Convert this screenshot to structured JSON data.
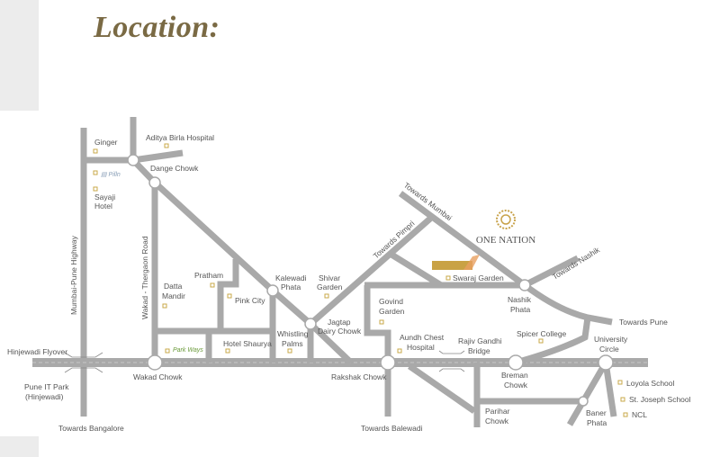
{
  "title": "Location:",
  "brand": {
    "name": "ONE NATION",
    "tagline": "",
    "color": "#c8a24a"
  },
  "colors": {
    "road": "#a9a9a9",
    "title": "#7a6a44",
    "poi": "#c8a94a",
    "site": "#c9a245"
  },
  "roads": {
    "mumbai_pune_highway": "Mumbai-Pune Highway",
    "wakad_thergaon": "Wakad - Thergaon Road",
    "hinjewadi_flyover": "Hinjewadi Flyover"
  },
  "directions": {
    "bangalore": "Towards Bangalore",
    "balewadi": "Towards Balewadi",
    "mumbai": "Towards Mumbai",
    "pimpri": "Towards Pimpri",
    "nashik": "Towards Nashik",
    "pune": "Towards Pune"
  },
  "junctions": {
    "dange": "Dange Chowk",
    "wakad": "Wakad Chowk",
    "kalewadi_1": "Kalewadi",
    "kalewadi_2": "Phata",
    "jagtap_1": "Jagtap",
    "jagtap_2": "Dairy Chowk",
    "rakshak": "Rakshak Chowk",
    "nashik_1": "Nashik",
    "nashik_2": "Phata",
    "breman_1": "Breman",
    "breman_2": "Chowk",
    "university_1": "University",
    "university_2": "Circle",
    "parihar_1": "Parihar",
    "parihar_2": "Chowk",
    "baner_1": "Baner",
    "baner_2": "Phata",
    "rajiv_1": "Rajiv Gandhi",
    "rajiv_2": "Bridge"
  },
  "landmarks": {
    "ginger": "Ginger",
    "aditya": "Aditya Birla Hospital",
    "sayaji_1": "Sayaji",
    "sayaji_2": "Hotel",
    "it_park_1": "Pune IT Park",
    "it_park_2": "(Hinjewadi)",
    "datta_1": "Datta",
    "datta_2": "Mandir",
    "pratham": "Pratham",
    "pink_city": "Pink City",
    "parkways": "Park Ways",
    "shaurya": "Hotel Shaurya",
    "whistling_1": "Whistling",
    "whistling_2": "Palms",
    "shivar_1": "Shivar",
    "shivar_2": "Garden",
    "govind_1": "Govind",
    "govind_2": "Garden",
    "swaraj": "Swaraj Garden",
    "aundh_1": "Aundh Chest",
    "aundh_2": "Hospital",
    "spicer": "Spicer College",
    "loyola": "Loyola School",
    "joseph": "St. Joseph School",
    "ncl": "NCL"
  }
}
